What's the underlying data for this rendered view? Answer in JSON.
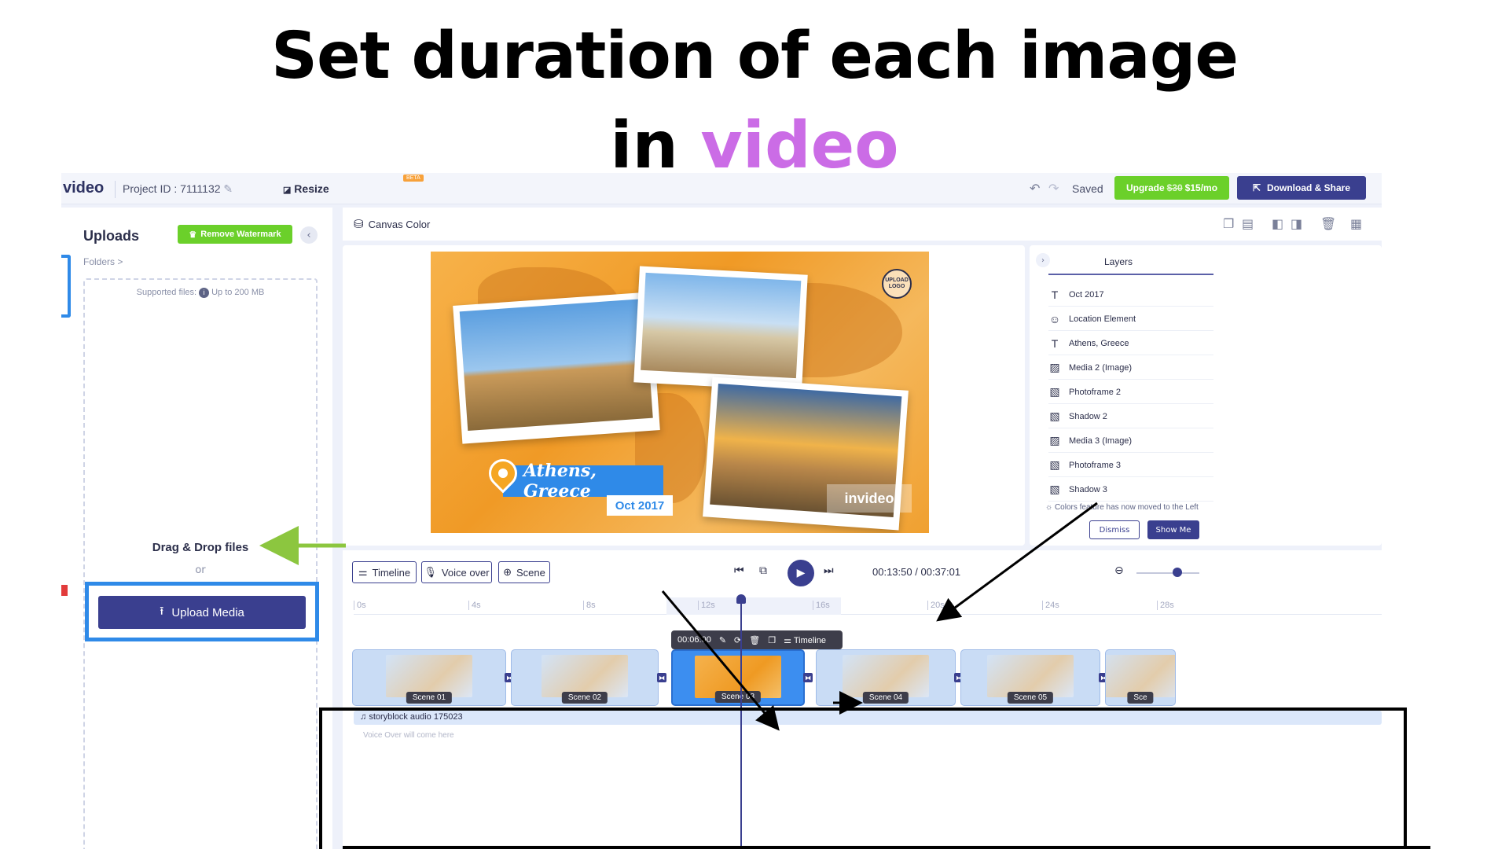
{
  "heading": {
    "line1": "Set duration of each image",
    "line2_prefix": "in ",
    "line2_accent": "video",
    "accent_color": "#cb6ce6"
  },
  "topbar": {
    "logo": "video",
    "project_id": "Project ID : 7111132",
    "resize_label": "Resize",
    "resize_badge": "BETA",
    "saved_label": "Saved",
    "upgrade_prefix": "Upgrade",
    "upgrade_old_price": "$30",
    "upgrade_price": "$15/mo",
    "download_label": "Download & Share"
  },
  "left_panel": {
    "title": "Uploads",
    "remove_watermark": "Remove Watermark",
    "folders": "Folders >",
    "supported_files": "Supported files:",
    "size_limit": "Up to 200 MB",
    "drag_drop": "Drag & Drop files",
    "or": "or",
    "upload_button": "Upload Media"
  },
  "canvas": {
    "canvas_color": "Canvas Color",
    "location": "Athens, Greece",
    "date": "Oct 2017",
    "upload_logo": "UPLOAD LOGO",
    "watermark": "invideo"
  },
  "layers": {
    "title": "Layers",
    "items": [
      {
        "icon": "T",
        "label": "Oct 2017"
      },
      {
        "icon": "☺",
        "label": "Location Element"
      },
      {
        "icon": "T",
        "label": "Athens, Greece"
      },
      {
        "icon": "▨",
        "label": "Media 2 (Image)"
      },
      {
        "icon": "▧",
        "label": "Photoframe 2"
      },
      {
        "icon": "▧",
        "label": "Shadow 2"
      },
      {
        "icon": "▨",
        "label": "Media 3 (Image)"
      },
      {
        "icon": "▧",
        "label": "Photoframe 3"
      },
      {
        "icon": "▧",
        "label": "Shadow 3"
      }
    ],
    "note": "Colors feature has now moved to the Left",
    "dismiss": "Dismiss",
    "show_me": "Show Me"
  },
  "timeline": {
    "timeline_button": "Timeline",
    "voiceover_button": "Voice over",
    "scene_button": "Scene",
    "current_time": "00:13:50",
    "separator": "/",
    "total_time": "00:37:01",
    "ruler_ticks": [
      "0s",
      "4s",
      "8s",
      "12s",
      "16s",
      "20s",
      "24s",
      "28s"
    ],
    "scene_toolbar": {
      "duration": "00:06:00",
      "timeline_label": "Timeline"
    },
    "scenes": [
      "Scene 01",
      "Scene 02",
      "Scene 03",
      "Scene 04",
      "Scene 05",
      "Sce"
    ],
    "active_scene_index": 2,
    "audio_track": "storyblock audio 175023",
    "voice_hint": "Voice Over will come here"
  }
}
